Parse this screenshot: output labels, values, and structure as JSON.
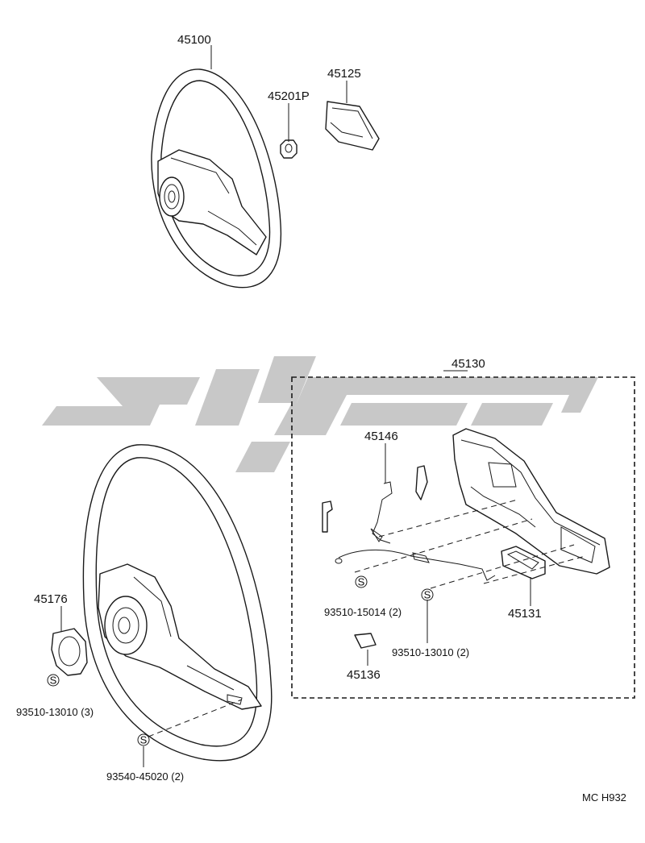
{
  "labels": {
    "p45100": "45100",
    "p45201P": "45201P",
    "p45125": "45125",
    "p45130": "45130",
    "p45146": "45146",
    "p45131": "45131",
    "p45136": "45136",
    "p45176": "45176",
    "b1": "93510-15014 (2)",
    "b2": "93510-13010 (2)",
    "b3": "93510-13010 (3)",
    "b4": "93540-45020 (2)",
    "s_mark": "S",
    "code": "MC H932"
  }
}
